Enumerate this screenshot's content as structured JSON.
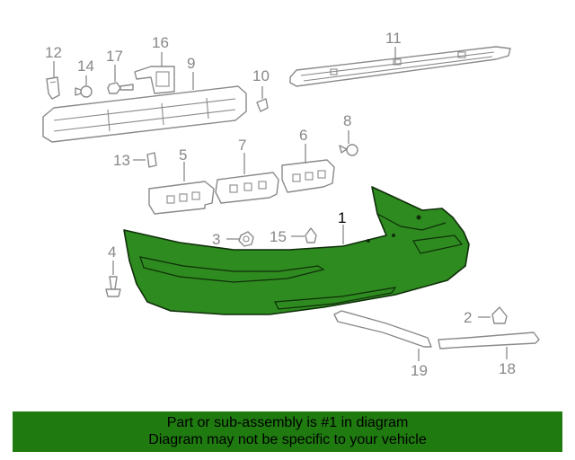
{
  "diagram": {
    "callouts": {
      "c1": "1",
      "c2": "2",
      "c3": "3",
      "c4": "4",
      "c5": "5",
      "c6": "6",
      "c7": "7",
      "c8": "8",
      "c9": "9",
      "c10": "10",
      "c11": "11",
      "c12": "12",
      "c13": "13",
      "c14": "14",
      "c15": "15",
      "c16": "16",
      "c17": "17",
      "c18": "18",
      "c19": "19"
    },
    "colors": {
      "highlight_part": "#2e8b1f",
      "line_art": "#8a8a8a",
      "banner": "#1f7a10"
    }
  },
  "footer": {
    "line1": "Part or sub-assembly is #1 in diagram",
    "line2": "Diagram may not be specific to your vehicle"
  }
}
